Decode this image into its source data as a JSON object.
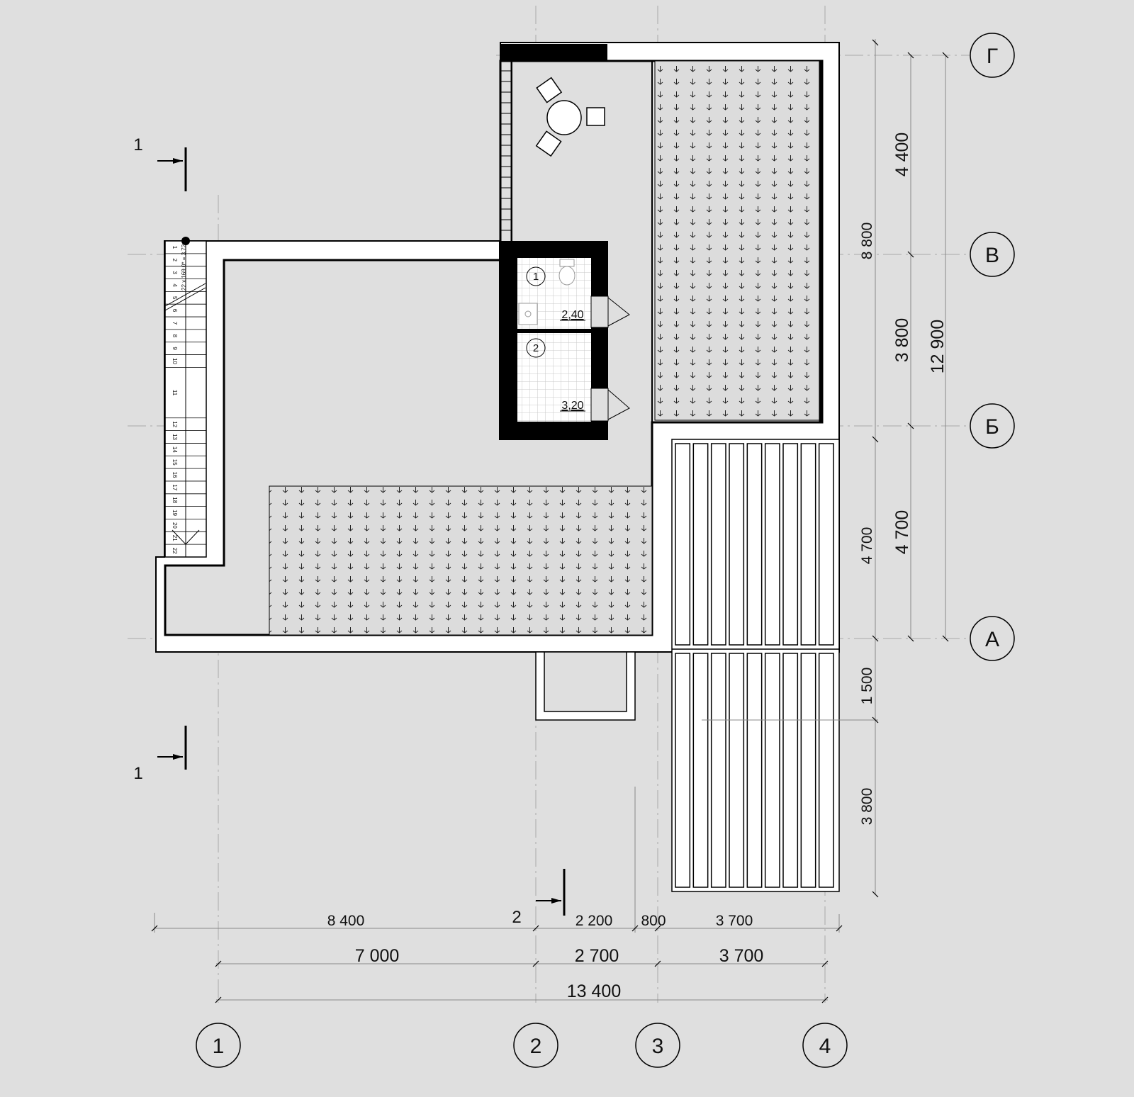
{
  "axes": {
    "columns": [
      "1",
      "2",
      "3",
      "4"
    ],
    "rows": [
      "Г",
      "В",
      "Б",
      "А"
    ]
  },
  "dimensions": {
    "bottom_outer": [
      "8 400",
      "2 200",
      "800",
      "3 700"
    ],
    "bottom_axes": [
      "7 000",
      "2 700",
      "3 700"
    ],
    "bottom_total": "13 400",
    "right_outer": [
      "8 800",
      "4 700",
      "1 500",
      "3 800"
    ],
    "right_axes": [
      "4 400",
      "3 800",
      "4 700"
    ],
    "right_total": "12 900"
  },
  "rooms": [
    {
      "number": "1",
      "area": "2,40"
    },
    {
      "number": "2",
      "area": "3,20"
    }
  ],
  "sections": {
    "s1_top": "1",
    "s1_bottom": "1",
    "s2": "2"
  },
  "stairs": {
    "steps": [
      "1",
      "2",
      "3",
      "4",
      "5",
      "6",
      "7",
      "8",
      "9",
      "10",
      "11",
      "12",
      "13",
      "14",
      "15",
      "16",
      "17",
      "18",
      "19",
      "20",
      "21",
      "22"
    ],
    "note": "22 x 169,0* = 3,72"
  },
  "colors": {
    "background": "#dfdfdf",
    "wall": "#000000",
    "line": "#111111",
    "hatch_fill": "#dcdcdc"
  }
}
